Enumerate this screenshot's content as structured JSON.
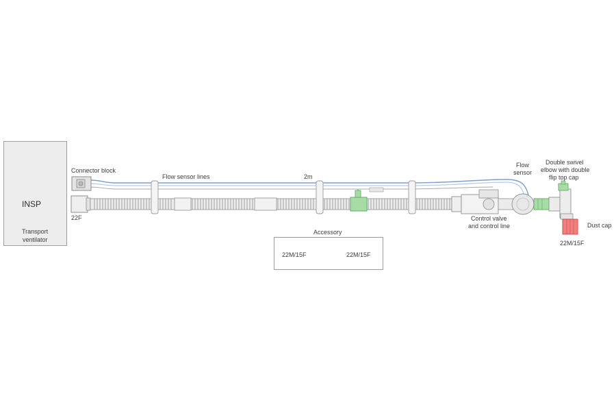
{
  "ventilator": {
    "label_line1": "Transport",
    "label_line2": "ventilator",
    "port_label": "INSP"
  },
  "labels": {
    "connector_block": "Connector block",
    "port_size_left": "22F",
    "flow_sensor_lines": "Flow sensor lines",
    "length": "2m",
    "flow_sensor_line1": "Flow",
    "flow_sensor_line2": "sensor",
    "elbow_line1": "Double swivel",
    "elbow_line2": "elbow with double",
    "elbow_line3": "flip top cap",
    "control_valve_line1": "Control valve",
    "control_valve_line2": "and control line",
    "dust_cap": "Dust cap",
    "port_size_right": "22M/15F"
  },
  "accessory": {
    "title": "Accessory",
    "left_size": "22M/15F",
    "right_size": "22M/15F"
  },
  "colors": {
    "tube_fill": "#eaeaea",
    "tube_stroke": "#8e8e8e",
    "sensor_line": "#7f9fca",
    "green": "#9ad39a",
    "green_stroke": "#5fa55f",
    "red": "#ef6e6e",
    "red_stroke": "#c74848",
    "label": "#3c3c3c"
  }
}
